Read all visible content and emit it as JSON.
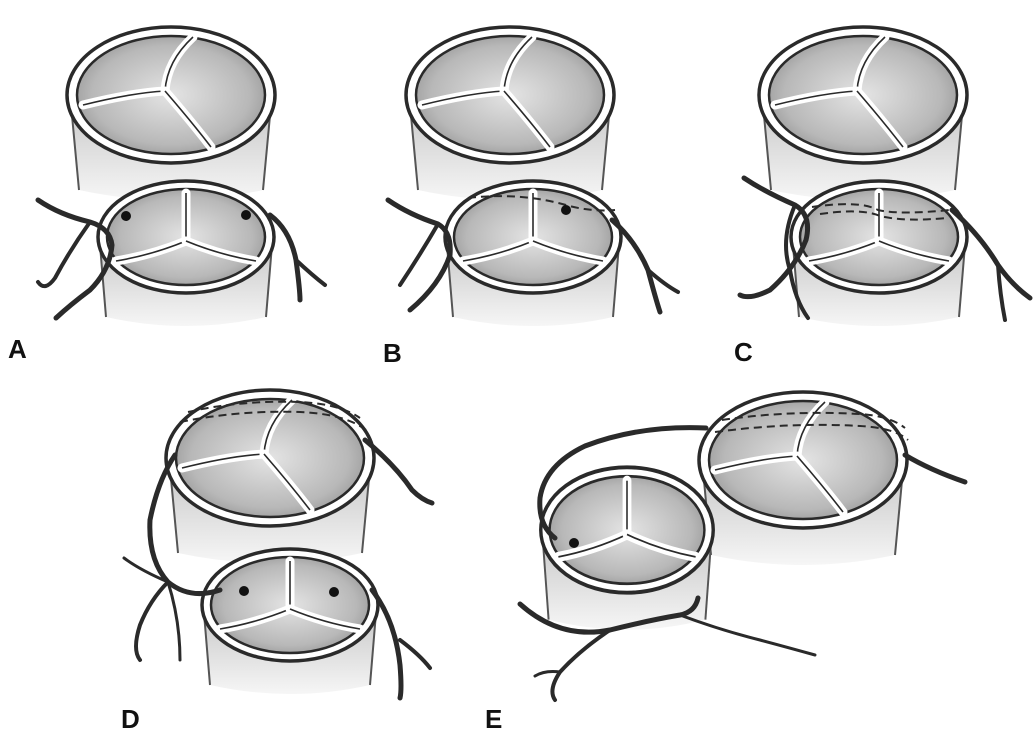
{
  "panels": {
    "a": {
      "label": "A"
    },
    "b": {
      "label": "B"
    },
    "c": {
      "label": "C"
    },
    "d": {
      "label": "D"
    },
    "e": {
      "label": "E"
    }
  },
  "colors": {
    "ink": "#2a2a2a",
    "shading": "#bdbdbd",
    "cusp": "#9a9a9a",
    "background": "#ffffff"
  }
}
